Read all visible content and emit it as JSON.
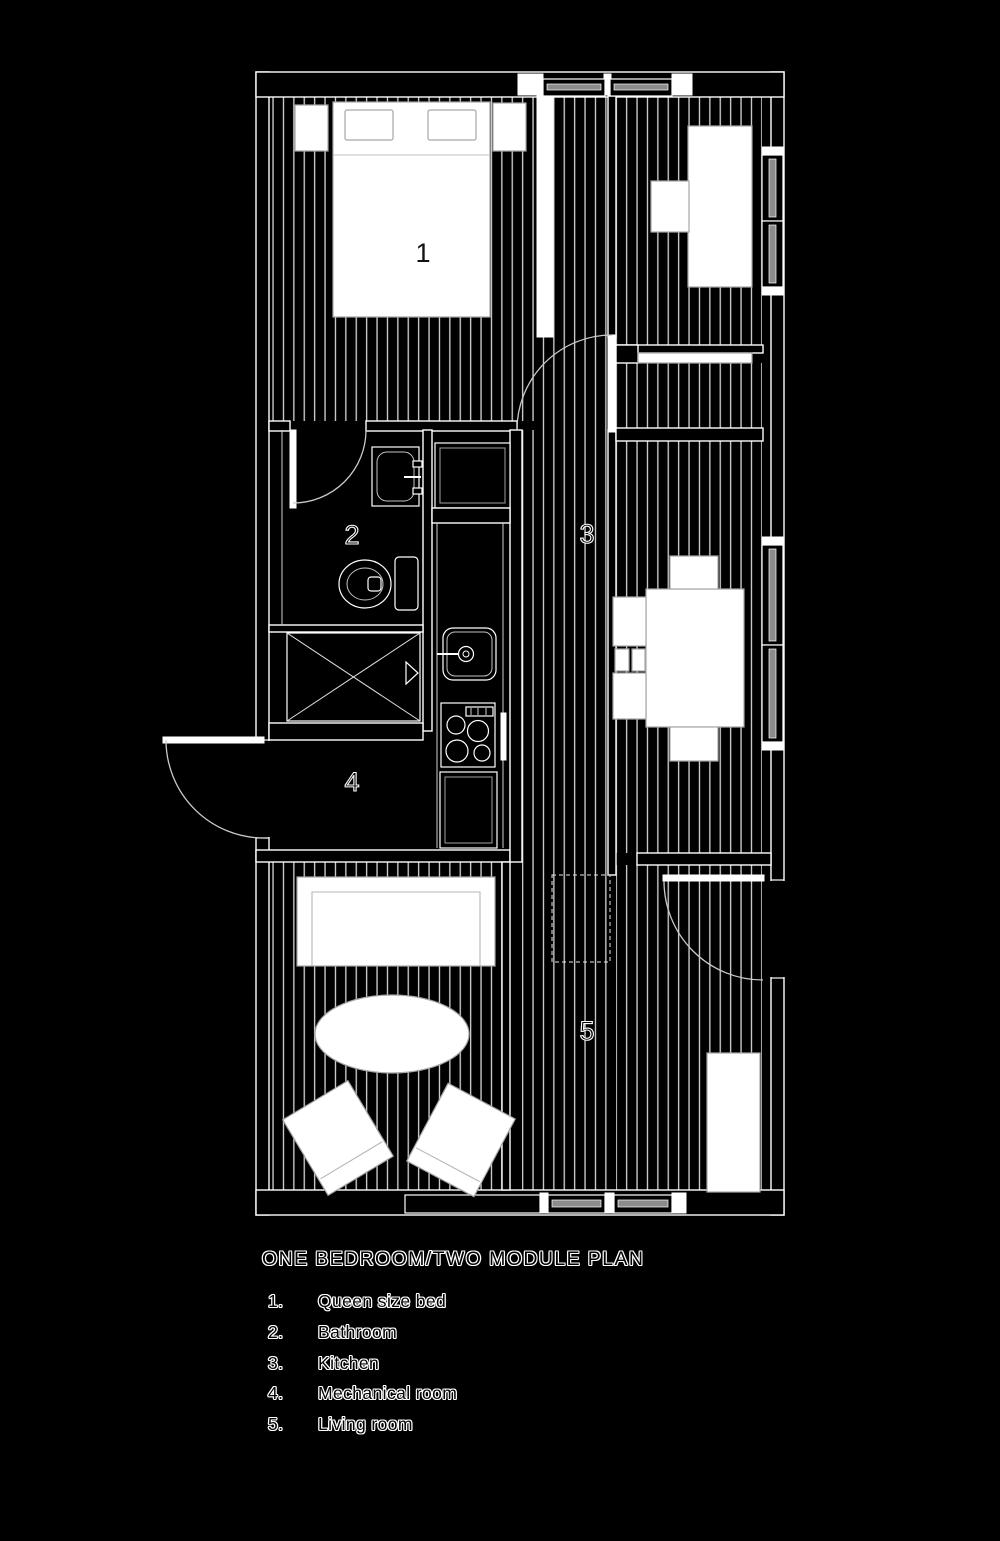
{
  "title": "ONE BEDROOM/TWO MODULE PLAN",
  "legend": [
    {
      "number": "1.",
      "label": "Queen size bed"
    },
    {
      "number": "2.",
      "label": "Bathroom"
    },
    {
      "number": "3.",
      "label": "Kitchen"
    },
    {
      "number": "4.",
      "label": "Mechanical room"
    },
    {
      "number": "5.",
      "label": "Living room"
    }
  ],
  "room_markers": [
    {
      "number": "1",
      "room": "queen-size-bed"
    },
    {
      "number": "2",
      "room": "bathroom"
    },
    {
      "number": "3",
      "room": "kitchen"
    },
    {
      "number": "4",
      "room": "mechanical-room"
    },
    {
      "number": "5",
      "room": "living-room"
    }
  ],
  "colors": {
    "background": "#000000",
    "line": "#ffffff",
    "floor_hatch": "#d6d6d6",
    "furniture_fill": "#ffffff",
    "furniture_stroke": "#a6a6a6",
    "window_glass": "#8c8c8c",
    "label_on_floor": "#ffffff",
    "label_on_furniture": "#111111"
  }
}
